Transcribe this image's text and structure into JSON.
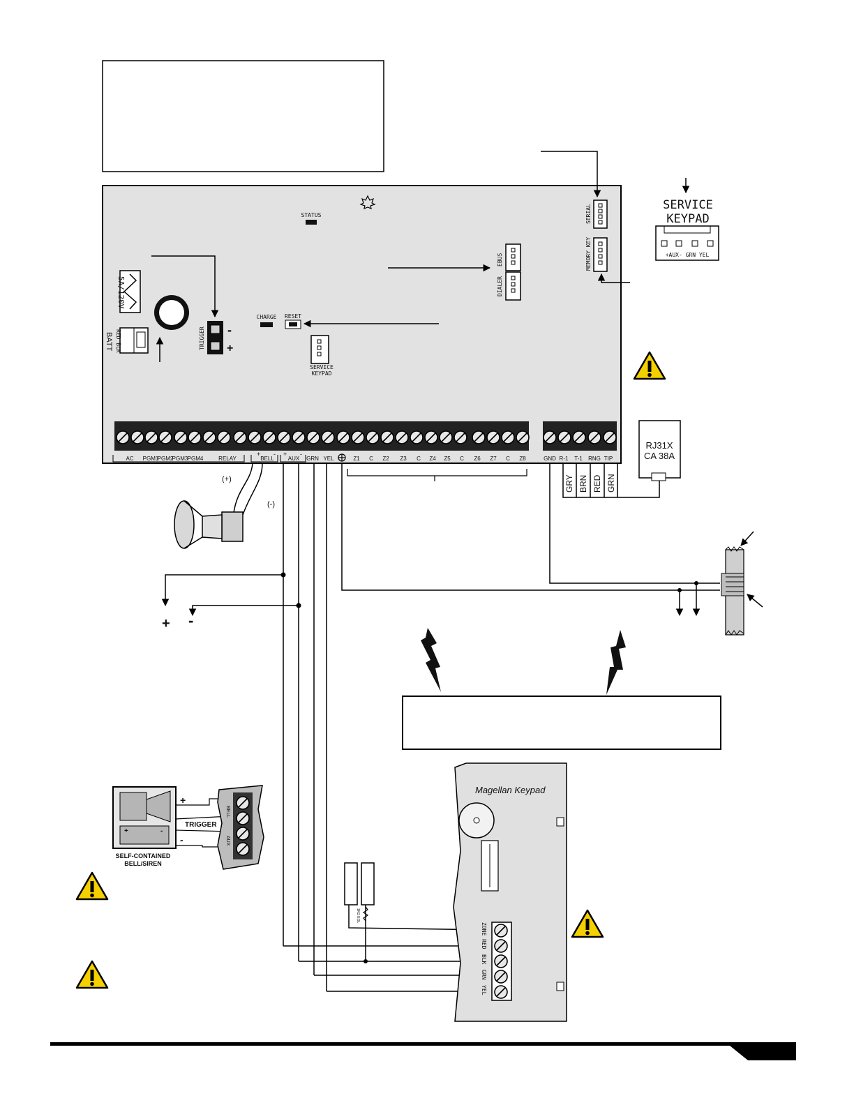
{
  "board": {
    "status_label": "STATUS",
    "serial_label": "SERIAL",
    "memory_key_label": "MEMORY KEY",
    "ebus_label": "EBUS",
    "dialer_label": "DIALER",
    "charge_label": "CHARGE",
    "reset_label": "RESET",
    "trigger_label": "TRIGGER",
    "trigger_minus": "-",
    "trigger_plus": "+",
    "service_keypad_label_line1": "SERVICE",
    "service_keypad_label_line2": "KEYPAD",
    "fuse_label": "5A/120V",
    "batt_label": "BATT",
    "batt_wire_labels": "RED BLK"
  },
  "terminals": {
    "group_labels": [
      "AC",
      "PGM1",
      "PGM2",
      "PGM3",
      "PGM4",
      "RELAY",
      "BELL",
      "AUX",
      "GRN",
      "YEL",
      "Z1",
      "C",
      "Z2",
      "Z3",
      "C",
      "Z4",
      "Z5",
      "C",
      "Z6",
      "Z7",
      "C",
      "Z8",
      "GND",
      "R-1",
      "T-1",
      "RNG",
      "TIP"
    ],
    "bell_plus": "+",
    "bell_minus": "-",
    "aux_plus": "+",
    "aux_minus": "-"
  },
  "telephone": {
    "jack_line1": "RJ31X",
    "jack_line2": "CA 38A",
    "wire_colors": [
      "GRY",
      "BRN",
      "RED",
      "GRN"
    ]
  },
  "service_keypad_callout": {
    "line1": "SERVICE",
    "line2": "KEYPAD",
    "pin_labels": "+AUX-  GRN YEL"
  },
  "siren": {
    "plus_label": "(+)",
    "minus_label": "(-)"
  },
  "aux_power": {
    "plus": "+",
    "minus": "-"
  },
  "self_contained_siren": {
    "title_line1": "SELF-CONTAINED",
    "title_line2": "BELL/SIREN",
    "trigger_label": "TRIGGER",
    "plus": "+",
    "minus": "-",
    "bell_label": "BELL",
    "aux_label": "AUX"
  },
  "keypad": {
    "title": "Magellan  Keypad",
    "terminal_labels": [
      "ZONE",
      "RED",
      "BLK",
      "GRN",
      "YEL"
    ],
    "eol_label": "1KΩ EOL"
  }
}
